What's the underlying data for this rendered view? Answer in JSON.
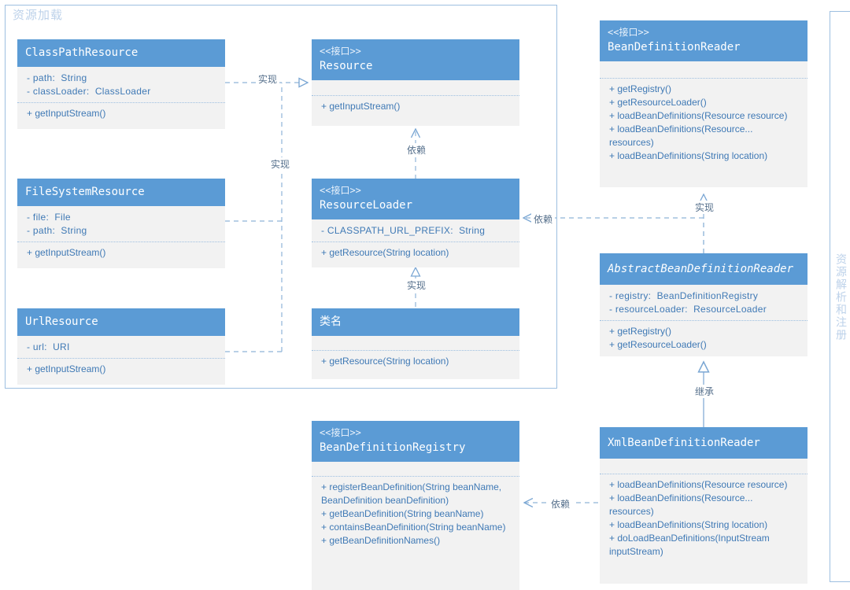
{
  "groups": [
    {
      "name": "resource-loading-group",
      "title": "资源加载"
    },
    {
      "name": "resource-parse-register-group",
      "title": "资源解析和注册"
    }
  ],
  "classes": [
    {
      "id": "classpathresource",
      "stereotype": "",
      "name": "ClassPathResource",
      "abstract": false,
      "attributes": [
        "- path:  String",
        "- classLoader:  ClassLoader"
      ],
      "operations": [
        "+ getInputStream()"
      ]
    },
    {
      "id": "filesystemresource",
      "stereotype": "",
      "name": "FileSystemResource",
      "abstract": false,
      "attributes": [
        "- file:  File",
        "- path:  String"
      ],
      "operations": [
        "+ getInputStream()"
      ]
    },
    {
      "id": "urlresource",
      "stereotype": "",
      "name": "UrlResource",
      "abstract": false,
      "attributes": [
        "- url:  URI"
      ],
      "operations": [
        "+ getInputStream()"
      ]
    },
    {
      "id": "resource",
      "stereotype": "<<接口>>",
      "name": "Resource",
      "abstract": false,
      "attributes": [],
      "operations": [
        "+ getInputStream()"
      ]
    },
    {
      "id": "resourceloader",
      "stereotype": "<<接口>>",
      "name": "ResourceLoader",
      "abstract": false,
      "attributes": [
        "- CLASSPATH_URL_PREFIX:  String"
      ],
      "operations": [
        "+ getResource(String location)"
      ]
    },
    {
      "id": "classname",
      "stereotype": "",
      "name": "类名",
      "abstract": false,
      "attributes": [],
      "operations": [
        "+ getResource(String location)"
      ]
    },
    {
      "id": "beandefinitionregistry",
      "stereotype": "<<接口>>",
      "name": "BeanDefinitionRegistry",
      "abstract": false,
      "attributes": [],
      "operations": [
        "+ registerBeanDefinition(String beanName, BeanDefinition beanDefinition)",
        "+ getBeanDefinition(String beanName)",
        "+ containsBeanDefinition(String beanName)",
        "+ getBeanDefinitionNames()"
      ]
    },
    {
      "id": "beandefinitionreader",
      "stereotype": "<<接口>>",
      "name": "BeanDefinitionReader",
      "abstract": false,
      "attributes": [],
      "operations": [
        "+ getRegistry()",
        "+ getResourceLoader()",
        "+ loadBeanDefinitions(Resource resource)",
        "+ loadBeanDefinitions(Resource... resources)",
        "+ loadBeanDefinitions(String location)"
      ]
    },
    {
      "id": "abstractbeandefinitionreader",
      "stereotype": "",
      "name": "AbstractBeanDefinitionReader",
      "abstract": true,
      "attributes": [
        "- registry:  BeanDefinitionRegistry",
        "- resourceLoader:  ResourceLoader"
      ],
      "operations": [
        "+ getRegistry()",
        "+ getResourceLoader()"
      ]
    },
    {
      "id": "xmlbeandefinitionreader",
      "stereotype": "",
      "name": "XmlBeanDefinitionReader",
      "abstract": false,
      "attributes": [],
      "operations": [
        "+ loadBeanDefinitions(Resource resource)",
        "+ loadBeanDefinitions(Resource... resources)",
        "+ loadBeanDefinitions(String location)",
        "+ doLoadBeanDefinitions(InputStream inputStream)"
      ]
    }
  ],
  "connector_labels": [
    {
      "id": "impl-classpath-resource",
      "text": "实现"
    },
    {
      "id": "impl-filesystem-url-resource",
      "text": "实现"
    },
    {
      "id": "dep-resource-resourceloader",
      "text": "依赖"
    },
    {
      "id": "impl-classname-resourceloader",
      "text": "实现"
    },
    {
      "id": "dep-resourceloader-abstractreader",
      "text": "依赖"
    },
    {
      "id": "impl-abstractreader-beandefinitionreader",
      "text": "实现"
    },
    {
      "id": "inherit-xmlreader-abstractreader",
      "text": "继承"
    },
    {
      "id": "dep-xmlreader-registry",
      "text": "依赖"
    }
  ],
  "colors": {
    "header_blue": "#5b9bd5",
    "body_grey": "#f2f2f2",
    "text_blue": "#3f79b5",
    "line_blue": "#8fb4d8",
    "group_border": "#9dbfe0",
    "group_title": "#bdd2ea"
  }
}
